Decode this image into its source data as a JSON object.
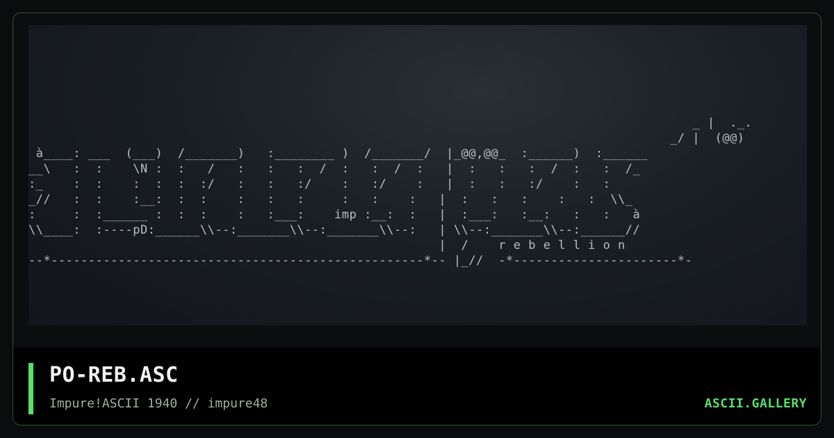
{
  "artwork": {
    "art_text": "                                                                                         _ |  ._.\n                                                                                      _/ |  (@@)\n à____: ___  (___)  /_______)   :________ )  /_______/  |_@@,@@_  :______)  :______\n__\\   :  :    \\N :  :   /   :   :   :  /  :   :  /  :   |  :   :   :  /  :   :  /_\n:_    :  :    :  :  :  :/   :   :   :/    :   :/    :   |  :   :   :/    :   :   \n_//   :  :    :__:  :  :    :   :   :     :   :    :   |  :   :   :    :   :  \\\\_\n:     :  :______ :  :  :    :   :___:    imp :__:  :   |  :___:   :__:   :   :   à\n\\\\____:  :----pD:______\\\\--:_______\\\\--:_______\\\\--:   | \\\\--:_______\\\\--:______//\n                                                       |  /    r e b e l l i o n\n--*--------------------------------------------------*-- |_//  -*----------------------*-"
  },
  "footer": {
    "title": "PO-REB.ASC",
    "subtitle": "Impure!ASCII 1940 // impure48",
    "brand": "ASCII.GALLERY"
  },
  "colors": {
    "accent": "#57e06a",
    "card_border": "#2a5a30",
    "background": "#0a0c0d"
  }
}
